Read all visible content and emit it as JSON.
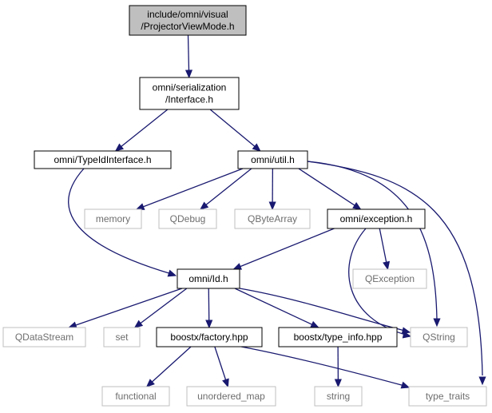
{
  "colors": {
    "edge": "#191970",
    "root_fill": "#bfbfbf",
    "node_fill": "#ffffff",
    "node_border": "#000000",
    "external_border": "#bfbfbf",
    "external_text": "#6e6e6e"
  },
  "nodes": {
    "root": {
      "lines": [
        "include/omni/visual",
        "/ProjectorViewMode.h"
      ],
      "kind": "root"
    },
    "serialization": {
      "lines": [
        "omni/serialization",
        "/Interface.h"
      ],
      "kind": "internal"
    },
    "typeid": {
      "lines": [
        "omni/TypeIdInterface.h"
      ],
      "kind": "internal"
    },
    "util": {
      "lines": [
        "omni/util.h"
      ],
      "kind": "internal"
    },
    "memory": {
      "lines": [
        "memory"
      ],
      "kind": "external"
    },
    "qdebug": {
      "lines": [
        "QDebug"
      ],
      "kind": "external"
    },
    "qbytearray": {
      "lines": [
        "QByteArray"
      ],
      "kind": "external"
    },
    "exception": {
      "lines": [
        "omni/exception.h"
      ],
      "kind": "internal"
    },
    "qexception": {
      "lines": [
        "QException"
      ],
      "kind": "external"
    },
    "id": {
      "lines": [
        "omni/Id.h"
      ],
      "kind": "internal"
    },
    "qdatastream": {
      "lines": [
        "QDataStream"
      ],
      "kind": "external"
    },
    "set": {
      "lines": [
        "set"
      ],
      "kind": "external"
    },
    "factory": {
      "lines": [
        "boostx/factory.hpp"
      ],
      "kind": "internal"
    },
    "typeinfo": {
      "lines": [
        "boostx/type_info.hpp"
      ],
      "kind": "internal"
    },
    "qstring": {
      "lines": [
        "QString"
      ],
      "kind": "external"
    },
    "functional": {
      "lines": [
        "functional"
      ],
      "kind": "external"
    },
    "unordered_map": {
      "lines": [
        "unordered_map"
      ],
      "kind": "external"
    },
    "string": {
      "lines": [
        "string"
      ],
      "kind": "external"
    },
    "type_traits": {
      "lines": [
        "type_traits"
      ],
      "kind": "external"
    }
  },
  "edges": [
    [
      "root",
      "serialization"
    ],
    [
      "serialization",
      "typeid"
    ],
    [
      "serialization",
      "util"
    ],
    [
      "typeid",
      "id"
    ],
    [
      "util",
      "memory"
    ],
    [
      "util",
      "qdebug"
    ],
    [
      "util",
      "qbytearray"
    ],
    [
      "util",
      "exception"
    ],
    [
      "util",
      "qstring"
    ],
    [
      "util",
      "type_traits"
    ],
    [
      "exception",
      "id"
    ],
    [
      "exception",
      "qexception"
    ],
    [
      "exception",
      "qstring"
    ],
    [
      "id",
      "qdatastream"
    ],
    [
      "id",
      "set"
    ],
    [
      "id",
      "factory"
    ],
    [
      "id",
      "typeinfo"
    ],
    [
      "id",
      "qstring"
    ],
    [
      "factory",
      "functional"
    ],
    [
      "factory",
      "unordered_map"
    ],
    [
      "factory",
      "type_traits"
    ],
    [
      "typeinfo",
      "string"
    ]
  ]
}
